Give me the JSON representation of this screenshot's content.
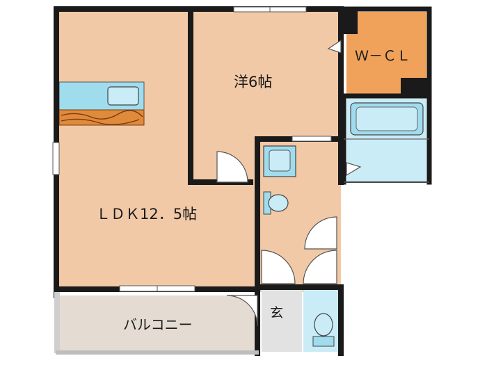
{
  "floorplan": {
    "rooms": {
      "ldk": {
        "label": "ＬＤＫ12．5帖"
      },
      "western": {
        "label": "洋6帖"
      },
      "wcl": {
        "label": "Ｗ－ＣＬ"
      },
      "balcony": {
        "label": "バルコニー"
      },
      "entrance": {
        "label": "玄"
      }
    },
    "colors": {
      "wall": "#1a1a1a",
      "room_floor": "#f2c9a6",
      "wcl_floor": "#f0a25a",
      "balcony_floor": "#e4dcd2",
      "wet_area": "#c9ecf7",
      "fixture_blue": "#9fdcee",
      "counter_wood": "#e08a3c",
      "entrance_floor": "#e2e2e2"
    }
  }
}
